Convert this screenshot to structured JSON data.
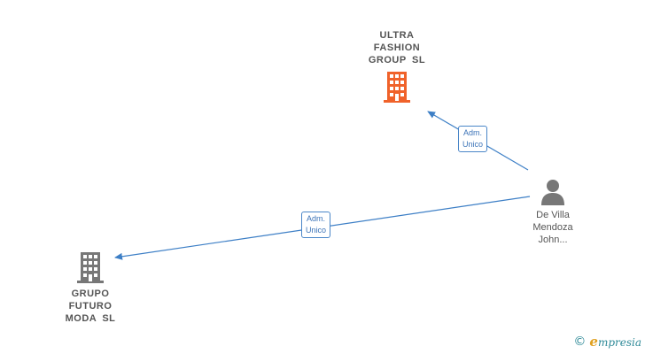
{
  "nodes": {
    "ultra": {
      "name_lines": [
        "ULTRA",
        "FASHION",
        "GROUP  SL"
      ],
      "color": "#f0622a"
    },
    "grupo": {
      "name_lines": [
        "GRUPO",
        "FUTURO",
        "MODA  SL"
      ],
      "color": "#777777"
    },
    "person": {
      "name_lines": [
        "De Villa",
        "Mendoza",
        "John..."
      ],
      "color": "#777777"
    }
  },
  "edges": {
    "to_ultra": {
      "label_lines": [
        "Adm.",
        "Unico"
      ]
    },
    "to_grupo": {
      "label_lines": [
        "Adm.",
        "Unico"
      ]
    }
  },
  "edge_color": "#3d7fc6",
  "brand": {
    "copyright_symbol": "©",
    "initial": "e",
    "rest": "mpresia"
  }
}
